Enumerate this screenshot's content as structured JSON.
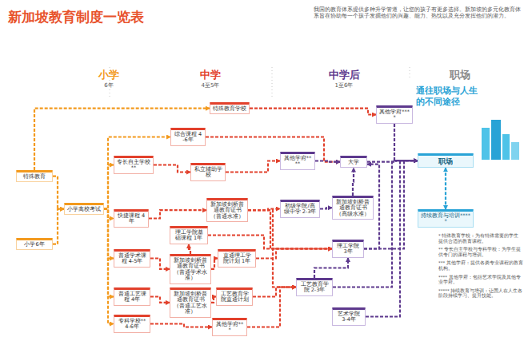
{
  "diagram": {
    "title": "新加坡教育制度一览表",
    "nodes": [
      {
        "text": [
          "特殊教育"
        ]
      },
      {
        "text": [
          "小学6年"
        ]
      },
      {
        "text": [
          "小学离校考试"
        ]
      },
      {
        "text": [
          "特殊教育学校"
        ]
      },
      {
        "text": [
          "综合课程 4-6年"
        ]
      },
      {
        "text": [
          "专长自主学校**"
        ]
      },
      {
        "text": [
          "私立辅助学校"
        ]
      },
      {
        "text": [
          "快捷课程 4年"
        ]
      },
      {
        "text": [
          "新加坡剑桥普通教育证书（普通水准）"
        ]
      },
      {
        "text": [
          "理工学院基础课程 1年"
        ]
      },
      {
        "text": [
          "普通学术课程 4-5年"
        ]
      },
      {
        "text": [
          "新加坡剑桥普通教育证书（普通学术水准）"
        ]
      },
      {
        "text": [
          "直通理工学院计划 1年"
        ]
      },
      {
        "text": [
          "普通工艺课程 4年"
        ]
      },
      {
        "text": [
          "新加坡剑桥普通教育证书（普通工艺水准）"
        ]
      },
      {
        "text": [
          "工艺教育学院直通计划"
        ]
      },
      {
        "text": [
          "专科学校** 4-6年"
        ]
      },
      {
        "text": [
          "其他学府***"
        ]
      },
      {
        "text": [
          "其他学府****"
        ]
      },
      {
        "text": [
          "其他学府****"
        ]
      },
      {
        "text": [
          "大学"
        ]
      },
      {
        "text": [
          "初级学院/高级中学 2-3年"
        ]
      },
      {
        "text": [
          "新加坡剑桥普通教育证书（高级水准）"
        ]
      },
      {
        "text": [
          "理工学院 3年"
        ]
      },
      {
        "text": [
          "工艺教育学院 2-3年"
        ]
      },
      {
        "text": [
          "艺术学院 3-4年"
        ]
      },
      {
        "text": [
          "职场"
        ]
      },
      {
        "text": [
          "持续教育与培训*****"
        ]
      }
    ],
    "edges": [
      {
        "from": 0,
        "to": 2,
        "arrow": "to"
      },
      {
        "from": 1,
        "to": 2,
        "arrow": "to"
      },
      {
        "from": 0,
        "to": 3,
        "arrow": "to"
      },
      {
        "from": 2,
        "to": 4,
        "arrow": "to"
      },
      {
        "from": 2,
        "to": 5,
        "arrow": "to"
      },
      {
        "from": 2,
        "to": 7,
        "arrow": "to"
      },
      {
        "from": 2,
        "to": 10,
        "arrow": "to"
      },
      {
        "from": 2,
        "to": 13,
        "arrow": "to"
      },
      {
        "from": 2,
        "to": 16,
        "arrow": "to"
      },
      {
        "from": 4,
        "to": 20,
        "arrow": "to"
      },
      {
        "from": 5,
        "to": 6,
        "arrow": "to"
      },
      {
        "from": 6,
        "to": 19,
        "arrow": "to"
      },
      {
        "from": 7,
        "to": 8,
        "arrow": "to"
      },
      {
        "from": 8,
        "to": 21,
        "arrow": "to"
      },
      {
        "from": 8,
        "to": 23,
        "arrow": "to"
      },
      {
        "from": 8,
        "to": 24,
        "arrow": "to"
      },
      {
        "from": 10,
        "to": 11,
        "arrow": "to"
      },
      {
        "from": 11,
        "to": 9,
        "arrow": "to"
      },
      {
        "from": 11,
        "to": 12,
        "arrow": "to"
      },
      {
        "from": 9,
        "to": 23,
        "arrow": "to"
      },
      {
        "from": 12,
        "to": 23,
        "arrow": "to"
      },
      {
        "from": 13,
        "to": 14,
        "arrow": "to"
      },
      {
        "from": 14,
        "to": 15,
        "arrow": "to"
      },
      {
        "from": 15,
        "to": 24,
        "arrow": "to"
      },
      {
        "from": 16,
        "to": 17,
        "arrow": "to"
      },
      {
        "from": 17,
        "to": 24,
        "arrow": "to"
      },
      {
        "from": 3,
        "to": 18,
        "arrow": "to"
      },
      {
        "from": 21,
        "to": 22,
        "arrow": "to"
      },
      {
        "from": 22,
        "to": 20,
        "arrow": "to"
      },
      {
        "from": 23,
        "to": 20,
        "arrow": "to"
      },
      {
        "from": 24,
        "to": 23,
        "arrow": "to"
      },
      {
        "from": 25,
        "to": 26,
        "arrow": "to"
      },
      {
        "from": 20,
        "to": 26,
        "arrow": "to"
      },
      {
        "from": 23,
        "to": 26,
        "arrow": "to"
      },
      {
        "from": 24,
        "to": 26,
        "arrow": "to"
      },
      {
        "from": 18,
        "to": 26,
        "arrow": "to"
      },
      {
        "from": 26,
        "to": 27,
        "arrow": "both"
      },
      {
        "from": 19,
        "to": 20,
        "arrow": "to"
      }
    ],
    "labels": [
      "我国的教育体系提供多种升学管道，让您的孩子有更多选择。新加坡的多元化教育体系旨在协助每一个孩子发掘他们的兴趣、能力、热忱以及充分发挥他们的潜力。",
      "小学",
      "6年",
      "中学",
      "4至5年",
      "中学后",
      "1至6年",
      "职场",
      "通往职场与人生的不同途径",
      "* 特殊教育学校：为有特殊需要的学生提供合适的教育课程。",
      "** 专长自主学校与专科学校：为学生提供专门的课程与培训。",
      "*** 其他学府：提供各类专业课程的教育机构。",
      "**** 其他学府：包括艺术学院及其他专业学府。",
      "***** 持续教育与培训：让国人在人生各阶段持续学习、提升技能。"
    ]
  }
}
